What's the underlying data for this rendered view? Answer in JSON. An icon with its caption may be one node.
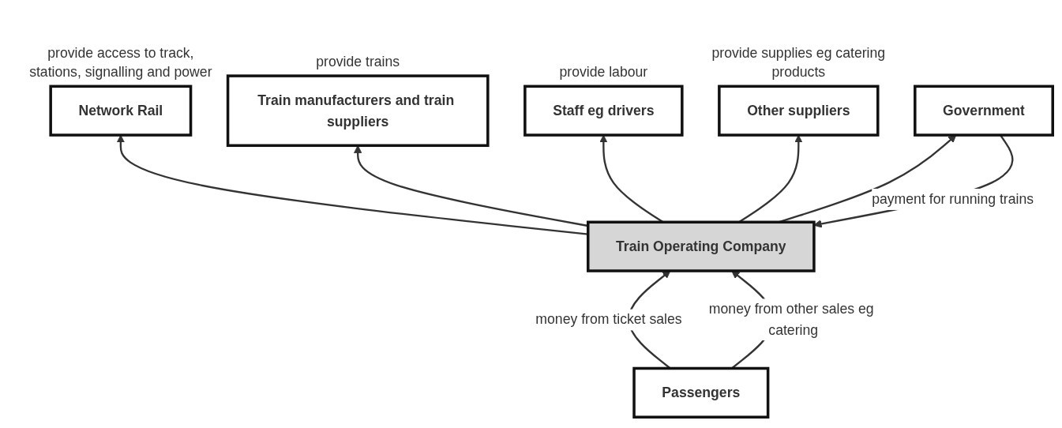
{
  "diagram": {
    "nodes": [
      {
        "text": [
          "Network Rail"
        ],
        "beside": [
          "provide access to track, stations, signalling and power"
        ]
      },
      {
        "text": [
          "Train manufacturers and train suppliers"
        ],
        "beside": [
          "provide trains"
        ]
      },
      {
        "text": [
          "Staff eg drivers"
        ],
        "beside": [
          "provide labour"
        ]
      },
      {
        "text": [
          "Other suppliers"
        ],
        "beside": [
          "provide supplies eg catering products"
        ]
      },
      {
        "text": [
          "Train Operating Company"
        ]
      },
      {
        "text": [
          "Government"
        ]
      },
      {
        "text": [
          "Passengers"
        ]
      }
    ],
    "edges": [
      {
        "from": 4,
        "to": 0,
        "arrow": "to"
      },
      {
        "from": 4,
        "to": 1,
        "arrow": "to"
      },
      {
        "from": 4,
        "to": 2,
        "arrow": "to"
      },
      {
        "from": 4,
        "to": 3,
        "arrow": "to"
      },
      {
        "from": 5,
        "to": 4,
        "arrow": "to",
        "label": "payment for running trains"
      },
      {
        "from": 6,
        "to": 4,
        "arrow": "to",
        "label": "money from ticket sales"
      },
      {
        "from": 4,
        "to": 5,
        "arrow": "to"
      },
      {
        "from": 6,
        "to": 4,
        "arrow": "to",
        "label": "money from other sales eg catering"
      }
    ]
  }
}
